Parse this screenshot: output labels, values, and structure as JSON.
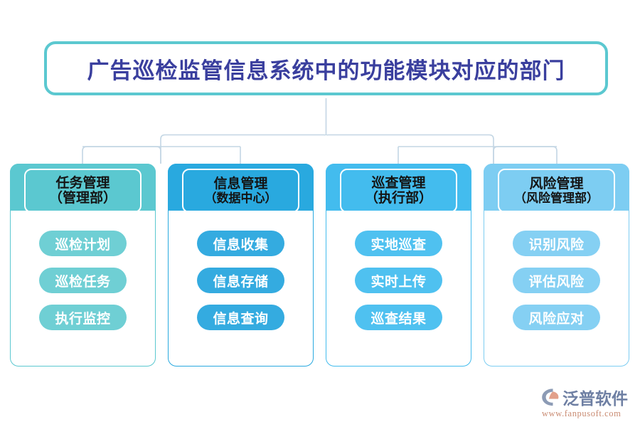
{
  "diagram": {
    "title": "广告巡检监管信息系统中的功能模块对应的部门",
    "title_border_color": "#5BC8D0",
    "title_text_color": "#3A3F9E",
    "connector_color": "#C3D6E4",
    "background_color": "#FFFFFF",
    "columns": [
      {
        "id": "task-management",
        "header_line1": "任务管理",
        "header_line2": "（管理部）",
        "color": "#5BC8D0",
        "pill_color": "#6FCFD4",
        "items": [
          {
            "label": "巡检计划"
          },
          {
            "label": "巡检任务"
          },
          {
            "label": "执行监控"
          }
        ]
      },
      {
        "id": "information-management",
        "header_line1": "信息管理",
        "header_line2": "（数据中心）",
        "color": "#29A9DF",
        "pill_color": "#34ABE0",
        "items": [
          {
            "label": "信息收集"
          },
          {
            "label": "信息存储"
          },
          {
            "label": "信息查询"
          }
        ]
      },
      {
        "id": "inspection-management",
        "header_line1": "巡查管理",
        "header_line2": "（执行部）",
        "color": "#43BCEE",
        "pill_color": "#4FC1F0",
        "items": [
          {
            "label": "实地巡查"
          },
          {
            "label": "实时上传"
          },
          {
            "label": "巡查结果"
          }
        ]
      },
      {
        "id": "risk-management",
        "header_line1": "风险管理",
        "header_line2": "（风险管理部）",
        "color": "#7DCDF2",
        "pill_color": "#85D0F3",
        "items": [
          {
            "label": "识别风险"
          },
          {
            "label": "评估风险"
          },
          {
            "label": "风险应对"
          }
        ]
      }
    ]
  },
  "logo": {
    "name": "泛普软件",
    "url": "www.fanpusoft.com",
    "mark_color": "#8C9BB5",
    "mark_accent_color": "#E2A08A",
    "word_color": "#6E7FA3",
    "url_color": "#C98B72"
  }
}
